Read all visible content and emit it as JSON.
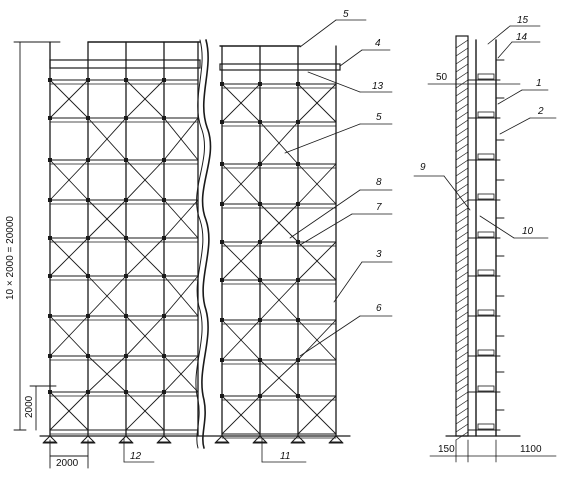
{
  "dimensions": {
    "total_height": "10 × 2000 = 20000",
    "bottom_tier": "2000",
    "bay_width": "2000",
    "side_gap": "50",
    "wall_offset": "150",
    "platform_width": "1100"
  },
  "callouts": {
    "c1": "1",
    "c2": "2",
    "c3": "3",
    "c4": "4",
    "c5a": "5",
    "c5b": "5",
    "c6": "6",
    "c7": "7",
    "c8": "8",
    "c9": "9",
    "c10": "10",
    "c11": "11",
    "c12": "12",
    "c13": "13",
    "c14": "14",
    "c15": "15"
  }
}
